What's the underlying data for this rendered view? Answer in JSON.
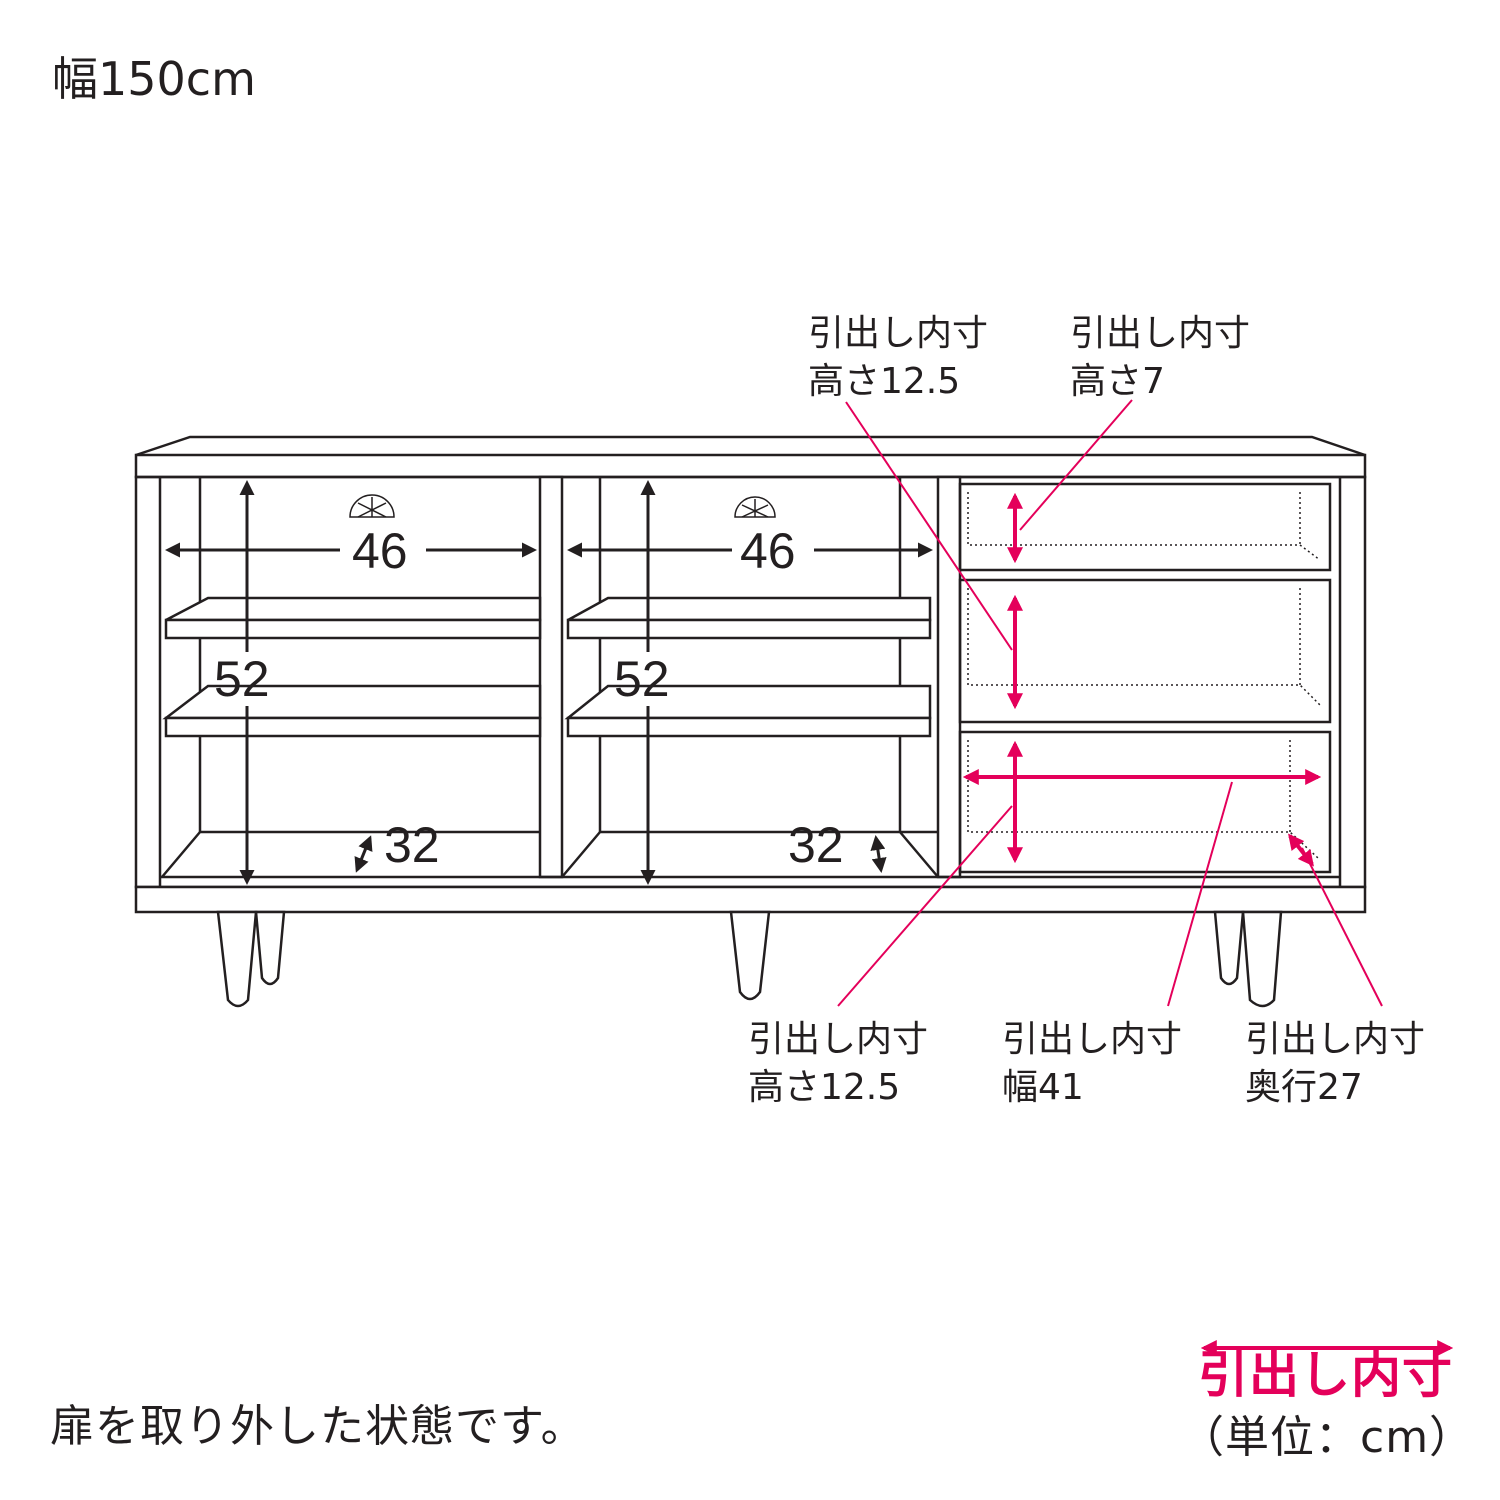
{
  "title": "幅150cm",
  "note": "扉を取り外した状態です。",
  "legend": {
    "label": "引出し内寸",
    "unit": "（単位：cm）",
    "color": "#e4005a"
  },
  "shelf_dims": {
    "left_width": "46",
    "right_width": "46",
    "left_height": "52",
    "right_height": "52",
    "left_depth": "32",
    "right_depth": "32"
  },
  "callouts": {
    "top_left": "引出し内寸\n高さ12.5",
    "top_right": "引出し内寸\n高さ7",
    "bottom_left": "引出し内寸\n高さ12.5",
    "bottom_mid": "引出し内寸\n幅41",
    "bottom_right": "引出し内寸\n奥行27"
  }
}
